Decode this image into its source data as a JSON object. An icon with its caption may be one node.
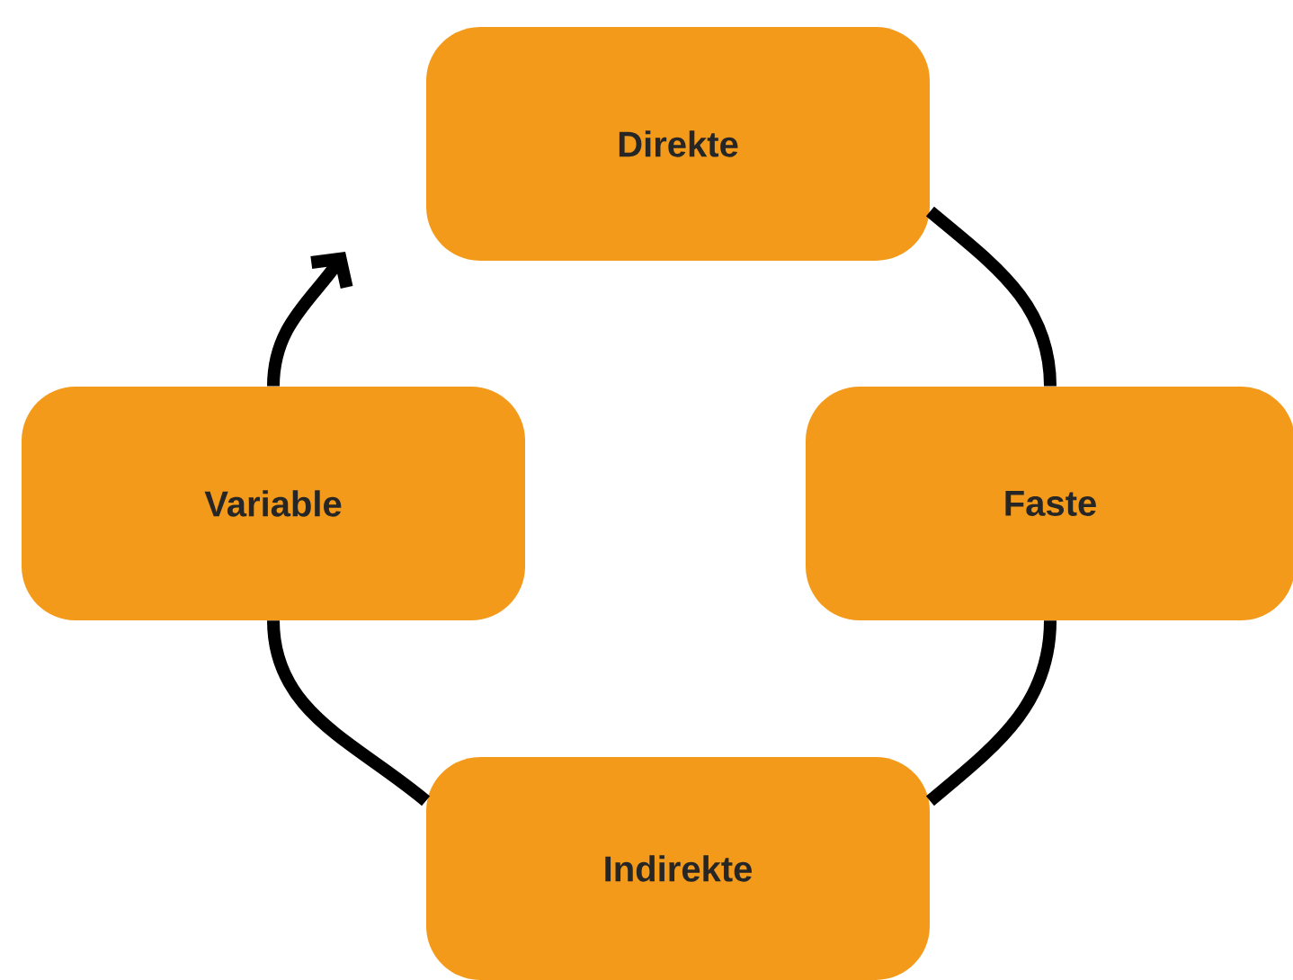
{
  "diagram": {
    "nodes": [
      {
        "text": [
          "Direkte"
        ]
      },
      {
        "text": [
          "Faste"
        ]
      },
      {
        "text": [
          "Indirekte"
        ]
      },
      {
        "text": [
          "Variable"
        ]
      }
    ],
    "edges": [
      {
        "from": 0,
        "to": 1,
        "arrow": "none"
      },
      {
        "from": 1,
        "to": 2,
        "arrow": "none"
      },
      {
        "from": 2,
        "to": 3,
        "arrow": "none"
      },
      {
        "from": 3,
        "to": null,
        "arrow": "to"
      }
    ]
  }
}
